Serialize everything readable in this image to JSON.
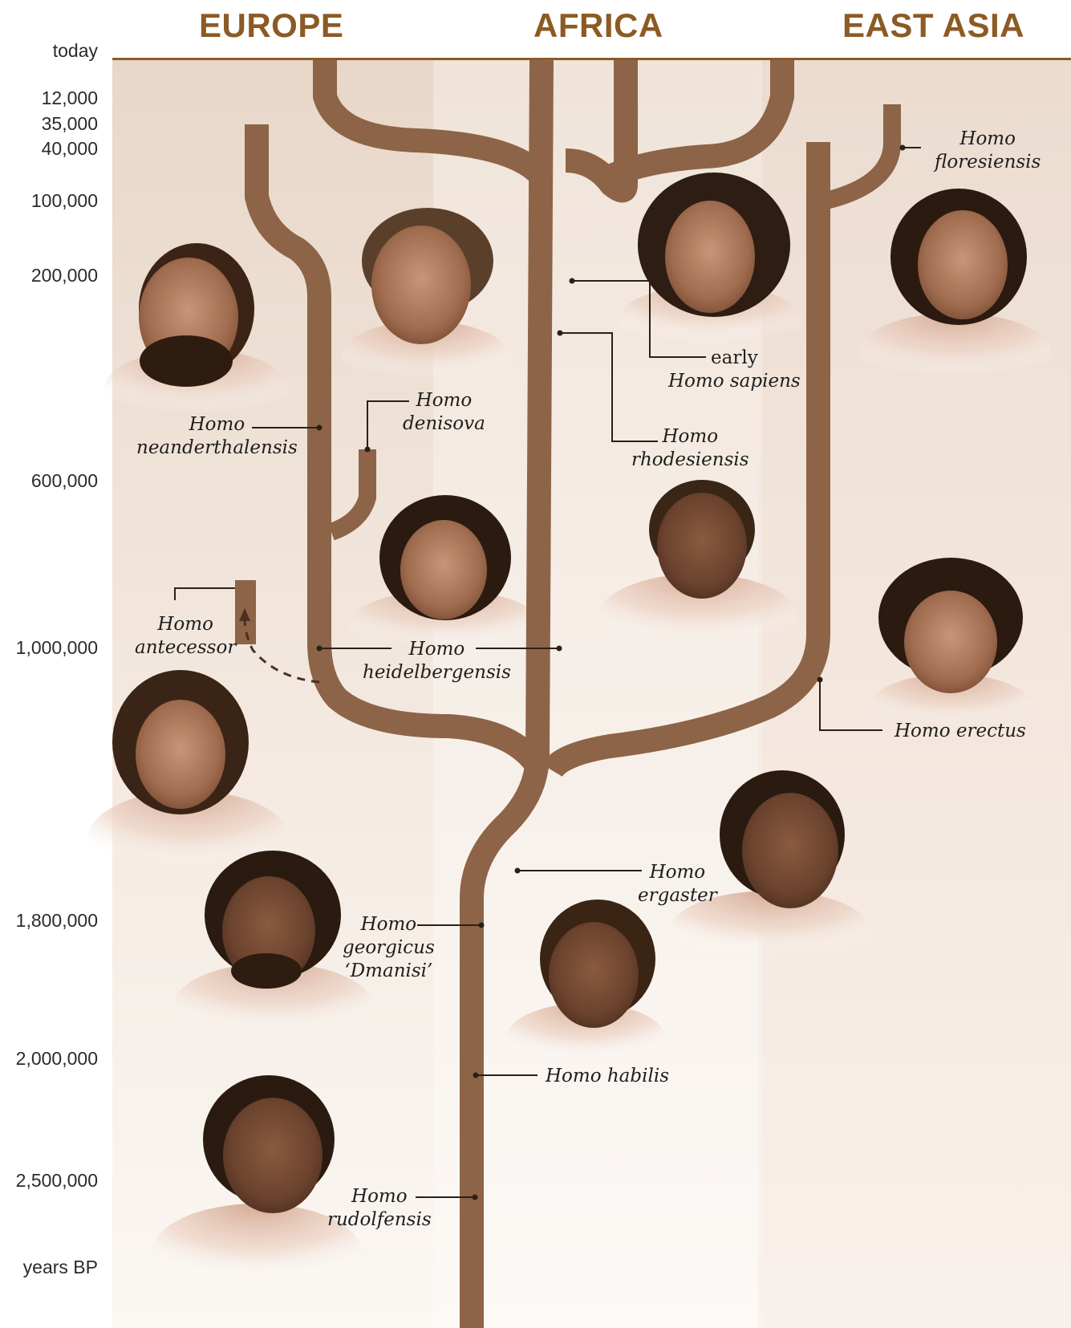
{
  "regions": {
    "europe": "EUROPE",
    "africa": "AFRICA",
    "east_asia": "EAST ASIA"
  },
  "time_axis": {
    "today": "today",
    "ticks": [
      "12,000",
      "35,000",
      "40,000",
      "100,000",
      "200,000",
      "600,000",
      "1,000,000",
      "1,800,000",
      "2,000,000",
      "2,500,000"
    ],
    "unit": "years BP"
  },
  "species": {
    "floresiensis": {
      "line1": "Homo",
      "line2": "floresiensis"
    },
    "sapiens": {
      "line1": "early",
      "line2": "Homo sapiens"
    },
    "neanderthalensis": {
      "line1": "Homo",
      "line2": "neanderthalensis"
    },
    "denisova": {
      "line1": "Homo",
      "line2": "denisova"
    },
    "rhodesiensis": {
      "line1": "Homo",
      "line2": "rhodesiensis"
    },
    "antecessor": {
      "line1": "Homo",
      "line2": "antecessor"
    },
    "heidelbergensis": {
      "line1": "Homo",
      "line2": "heidelbergensis"
    },
    "erectus": {
      "line1": "Homo erectus"
    },
    "ergaster": {
      "line1": "Homo",
      "line2": "ergaster"
    },
    "georgicus": {
      "line1": "Homo",
      "line2": "georgicus",
      "line3": "‘Dmanisi’"
    },
    "habilis": {
      "line1": "Homo habilis"
    },
    "rudolfensis": {
      "line1": "Homo",
      "line2": "rudolfensis"
    }
  },
  "colors": {
    "branch": "#8d6447",
    "title": "#8c5a24",
    "background": "#ecdcd0"
  },
  "portraits": [
    "neanderthal-portrait",
    "denisovan-portrait",
    "sapiens-portrait",
    "floresiensis-portrait",
    "heidelbergensis-portrait",
    "rhodesiensis-portrait",
    "erectus-portrait",
    "antecessor-portrait",
    "ergaster-portrait",
    "georgicus-portrait",
    "habilis-portrait",
    "rudolfensis-portrait"
  ]
}
